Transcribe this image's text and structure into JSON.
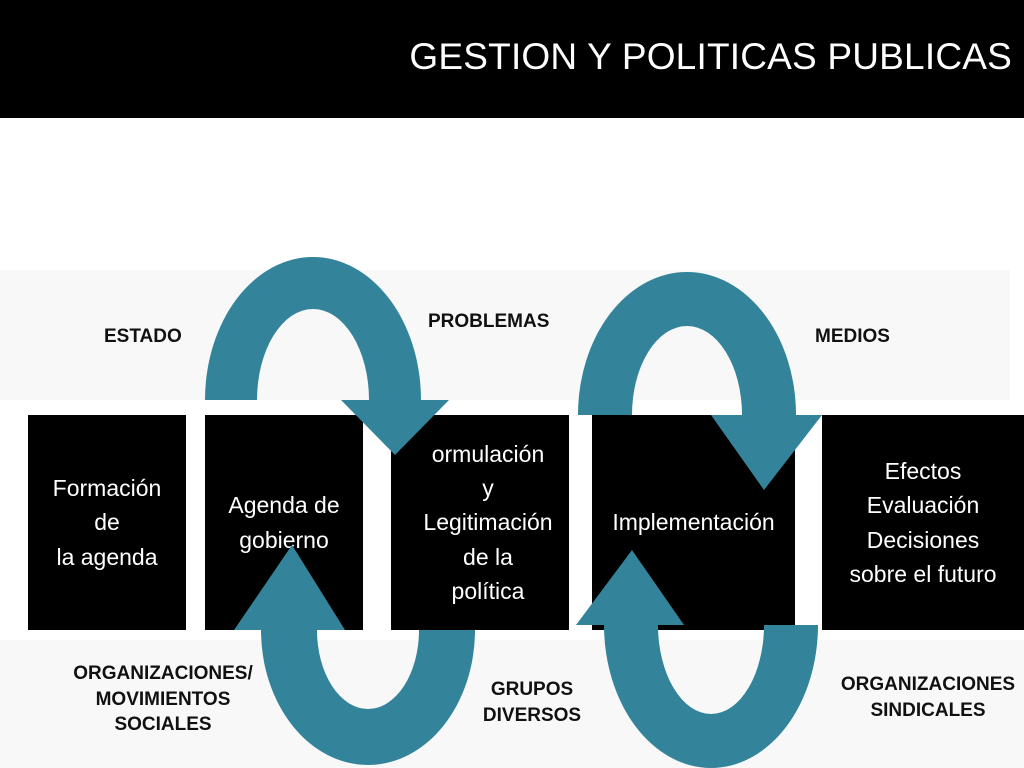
{
  "header": {
    "title": "GESTION Y POLITICAS PUBLICAS"
  },
  "top_labels": {
    "estado": "ESTADO",
    "problemas": "PROBLEMAS",
    "medios": "MEDIOS"
  },
  "boxes": [
    {
      "text": "Formación\nde\nla agenda"
    },
    {
      "text": "Agenda de\ngobierno"
    },
    {
      "text": "ormulación\ny\nLegitimación\nde la\npolítica"
    },
    {
      "text": "Implementación"
    },
    {
      "text": "Efectos\nEvaluación\nDecisiones\nsobre el futuro"
    }
  ],
  "bottom_labels": {
    "organizaciones_movimientos": "ORGANIZACIONES/\nMOVIMIENTOS\nSOCIALES",
    "grupos": "GRUPOS\nDIVERSOS",
    "sindicales": "ORGANIZACIONES\nSINDICALES"
  },
  "colors": {
    "header_bg": "#000000",
    "box_bg": "#000000",
    "arrow": "#33849a",
    "band": "#f8f8f8"
  }
}
